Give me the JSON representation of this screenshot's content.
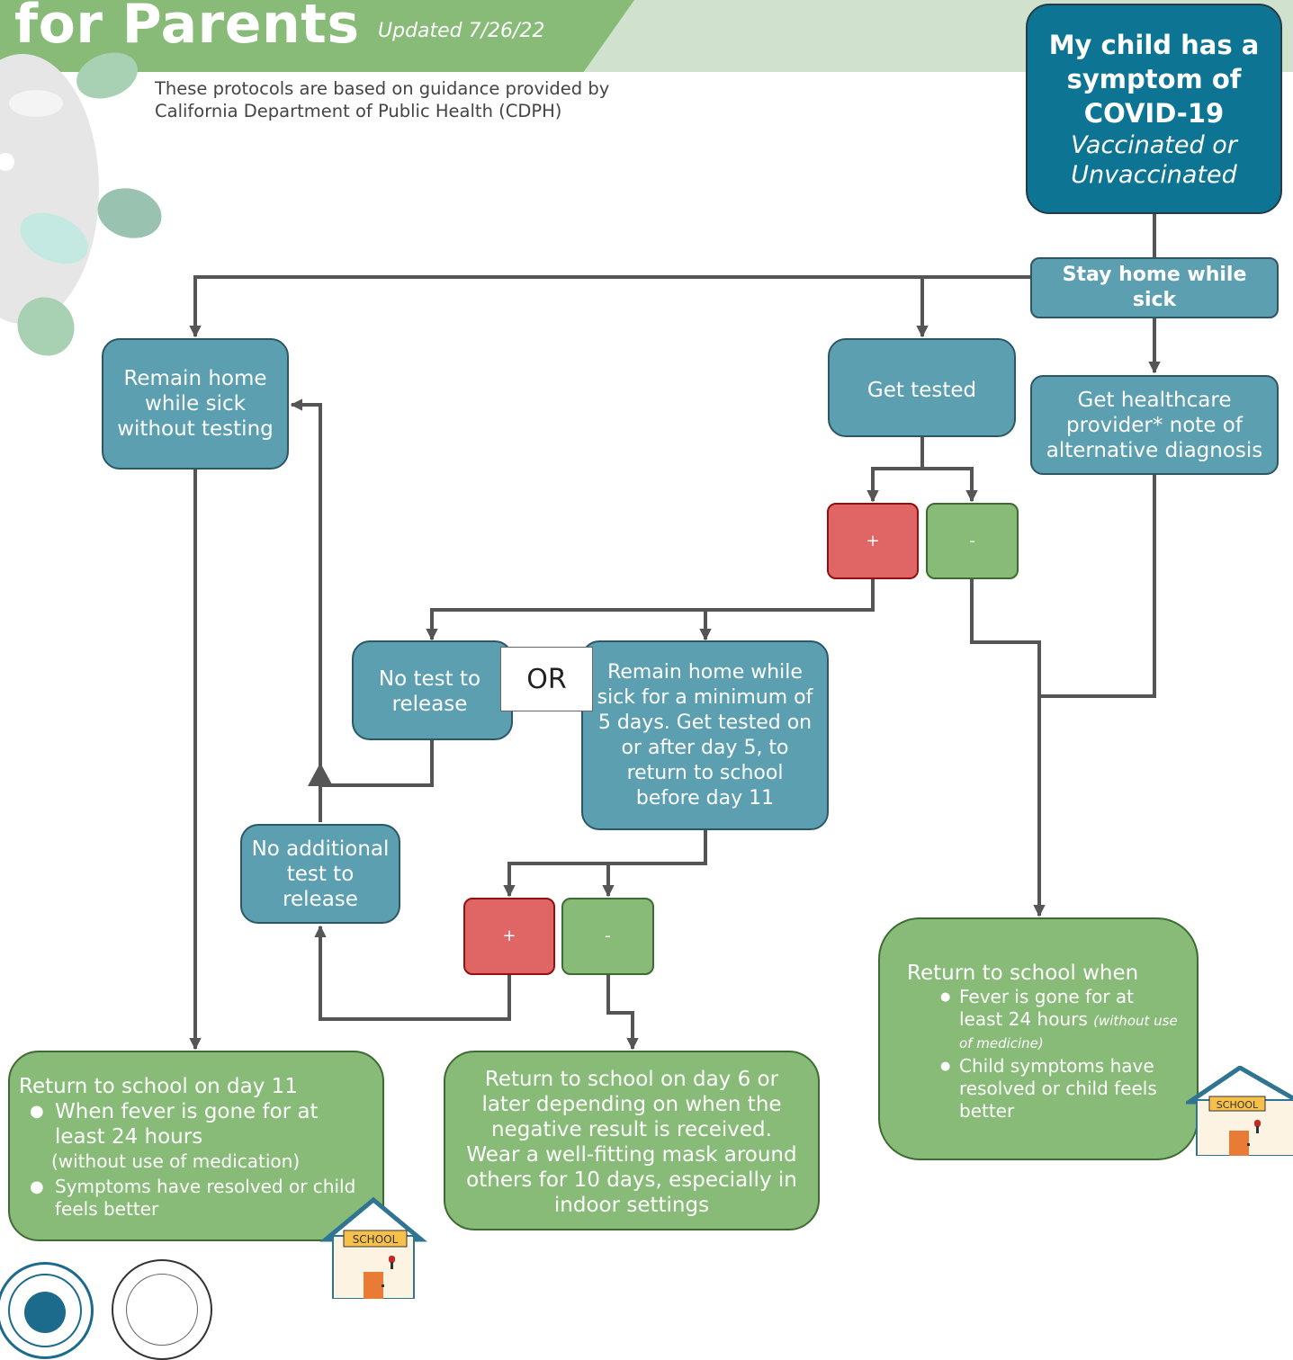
{
  "header": {
    "title": "for Parents",
    "updated": "Updated 7/26/22",
    "subtitle": "These protocols are based on guidance provided by California Department of Public Health (CDPH)"
  },
  "colors": {
    "header_green": "#87bb77",
    "header_band": "#d0e2cd",
    "blue_box": "#5b9fb0",
    "dark_blue_box": "#0d7593",
    "positive_red": "#e06565",
    "negative_green": "#87bb77",
    "connector": "#555555"
  },
  "start": {
    "line1": "My child has a symptom of COVID-19",
    "line2": "Vaccinated or Unvaccinated"
  },
  "stay_home": "Stay home while sick",
  "remain_no_test": "Remain home while sick without testing",
  "get_tested": "Get tested",
  "healthcare_note": "Get healthcare provider* note of alternative diagnosis",
  "results": {
    "positive": "+",
    "negative": "-"
  },
  "no_test_release": "No test to release",
  "or_label": "OR",
  "remain_5_days": "Remain home while sick for a minimum of 5 days. Get tested on or after day 5, to return to school before day 11",
  "no_additional_test": "No additional test to release",
  "return_day11": {
    "heading": "Return to school on day 11",
    "bullet1": "When fever is gone for at least 24 hours",
    "bullet1_note": "(without use of medication)",
    "bullet2": "Symptoms have resolved or child feels better"
  },
  "return_day6": "Return to school on day 6 or later depending on when the negative result is received. Wear a well-fitting mask around others for 10 days, especially in indoor settings",
  "return_when": {
    "heading": "Return to school when",
    "bullet1": "Fever is gone for at least 24 hours",
    "bullet1_note": "(without use of medicine)",
    "bullet2": "Child symptoms have resolved or child feels better"
  },
  "school_sign": "SCHOOL",
  "icons": [
    "school-house-icon",
    "virus-decoration-icon",
    "county-seal-icon"
  ]
}
